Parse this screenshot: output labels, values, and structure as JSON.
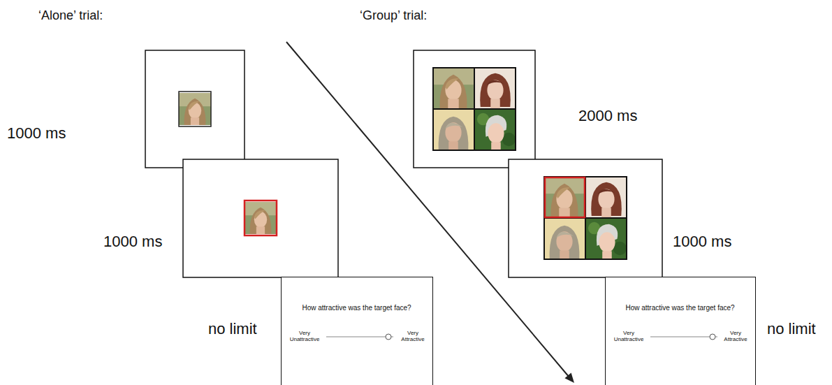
{
  "diagram": {
    "nodes": [
      {
        "text": [
          "How attractive was the target face?",
          "Very Unattractive",
          "Very Attractive"
        ]
      },
      {
        "text": [
          "How attractive was the target face?",
          "Very Unattractive",
          "Very Attractive"
        ]
      }
    ],
    "labels": [
      "‘Alone’ trial:",
      "‘Group’ trial:",
      "1000 ms",
      "1000 ms",
      "no limit",
      "2000 ms",
      "1000 ms",
      "no limit"
    ]
  }
}
